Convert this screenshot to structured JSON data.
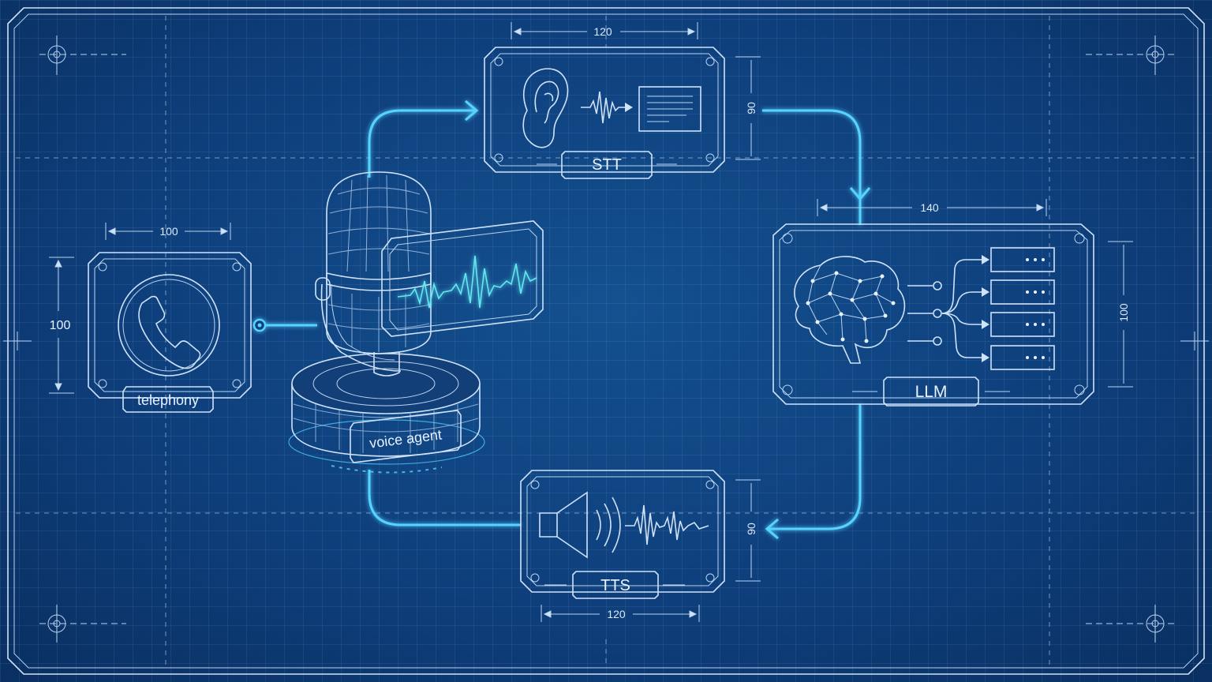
{
  "nodes": {
    "stt": {
      "label": "STT",
      "width_dim": "120",
      "height_dim": "90"
    },
    "llm": {
      "label": "LLM",
      "width_dim": "140",
      "height_dim": "100"
    },
    "tts": {
      "label": "TTS",
      "width_dim": "120",
      "height_dim": "90"
    },
    "telephony": {
      "label": "telephony",
      "width_dim": "100",
      "height_dim": "100"
    },
    "agent": {
      "label": "voice agent"
    }
  },
  "colors": {
    "background": "#0e3f7c",
    "line": "#cfe2f8",
    "flow": "#57d3ff",
    "waveform": "#62e8f0"
  },
  "icons": [
    "phone-icon",
    "microphone-icon",
    "ear-icon",
    "document-icon",
    "brain-icon",
    "server-icon",
    "speaker-icon"
  ]
}
